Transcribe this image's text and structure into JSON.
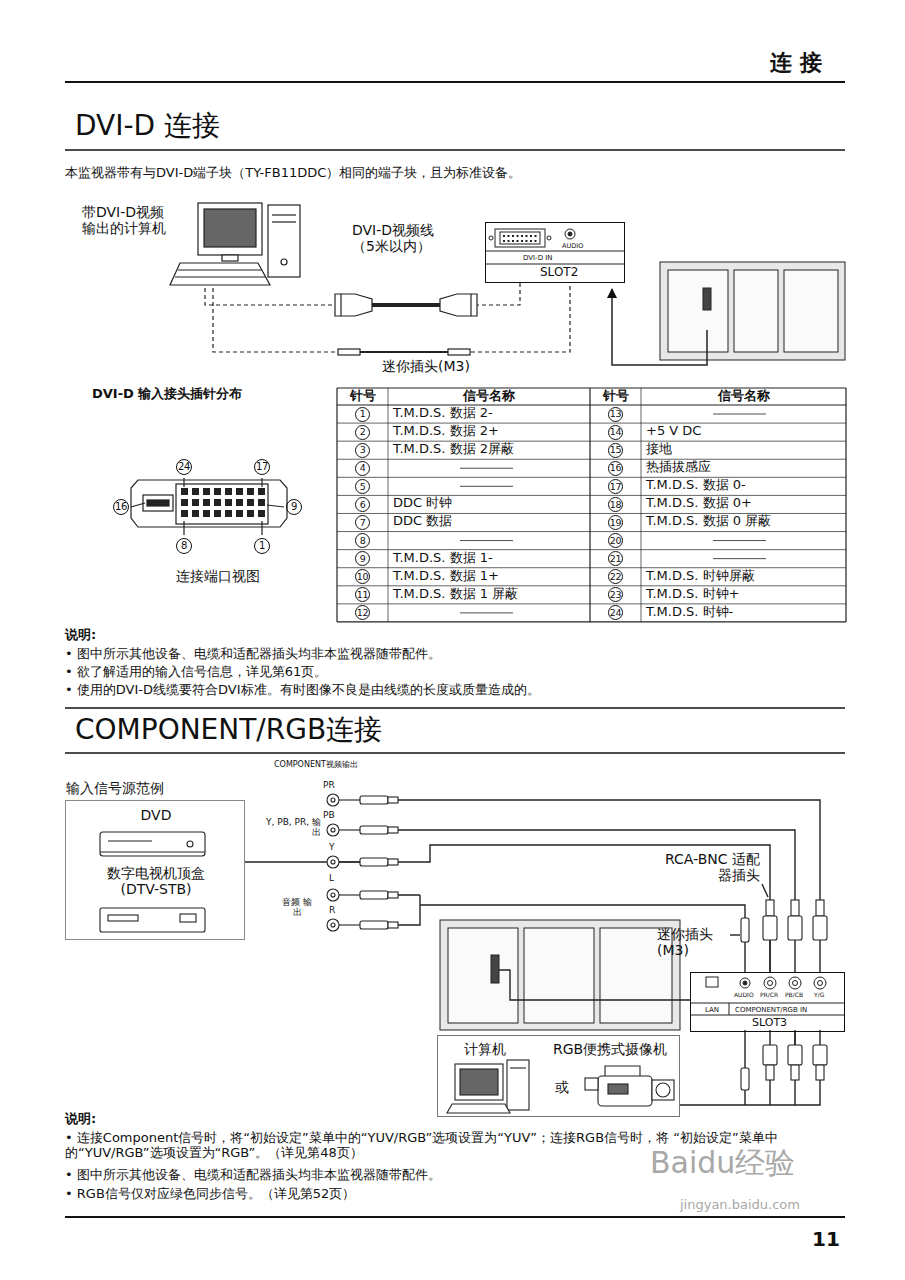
{
  "diagram": {
    "title": "连 接",
    "nodes": [
      {
        "text": [
          "带DVI-D视频 输出的计算机"
        ]
      },
      {
        "text": [
          "AUDIO",
          "DVI-D IN",
          "SLOT2"
        ]
      },
      {
        "text": [
          "输入信号源范例"
        ]
      },
      {
        "text": [
          "DVD"
        ],
        "in": 2
      },
      {
        "text": [
          "数字电视机顶盒 (DTV-STB)"
        ],
        "in": 2
      },
      {
        "text": [
          "LAN",
          "AUDIO",
          "PR/CR",
          "PB/CB",
          "Y/G",
          "COMPONENT/RGB IN",
          "SLOT3"
        ]
      },
      {
        "text": [
          "计算机",
          "RGB便携式摄像机",
          "或"
        ]
      }
    ],
    "edges": [
      {
        "from": 0,
        "to": 1,
        "arrow": "none",
        "label": "DVI-D视频线 （5米以内）"
      },
      {
        "from": 0,
        "to": 1,
        "arrow": "none",
        "label": "迷你插头(M3)"
      },
      {
        "from": 2,
        "to": 5,
        "arrow": "none"
      },
      {
        "from": 6,
        "to": 5,
        "arrow": "none"
      }
    ],
    "labels": [
      "DVI-D 连接",
      "本监视器带有与DVI-D端子块（TY-FB11DDC）相同的端子块，且为标准设备。",
      "DVI-D 输入接头插针分布",
      "24",
      "17",
      "16",
      "9",
      "8",
      "1",
      "连接端口视图",
      "说明:",
      "• 图中所示其他设备、电缆和适配器插头均非本监视器随带配件。",
      "• 欲了解适用的输入信号信息，详见第61页。",
      "• 使用的DVI-D线缆要符合DVI标准。有时图像不良是由线缆的长度或质量造成的。",
      "COMPONENT/RGB连接",
      "COMPONENT视频输出",
      "PR",
      "PB",
      "Y",
      "L",
      "R",
      "Y, PB, PR, 输出",
      "音频 输出",
      "RCA-BNC 适配器插头",
      "迷你插头 (M3)",
      "说明:",
      "• 连接Component信号时，将“初始设定”菜单中的“YUV/RGB”选项设置为“YUV”；连接RGB信号时，将 “初始设定”菜单中的“YUV/RGB”选项设置为“RGB”。（详见第48页）",
      "• 图中所示其他设备、电缆和适配器插头均非本监视器随带配件。",
      "• RGB信号仅对应绿色同步信号。（详见第52页）",
      "Baidu经验",
      "jingyan.baidu.com",
      "11",
      "针号",
      "信号名称",
      "针号",
      "信号名称",
      "1",
      "T.M.D.S. 数据 2-",
      "13",
      "2",
      "T.M.D.S. 数据 2+",
      "14",
      "+5 V DC",
      "3",
      "T.M.D.S. 数据 2屏蔽",
      "15",
      "接地",
      "4",
      "16",
      "热插拔感应",
      "5",
      "17",
      "T.M.D.S. 数据 0-",
      "6",
      "DDC 时钟",
      "18",
      "T.M.D.S. 数据 0+",
      "7",
      "DDC 数据",
      "19",
      "T.M.D.S. 数据 0 屏蔽",
      "8",
      "20",
      "9",
      "T.M.D.S. 数据 1-",
      "21",
      "10",
      "T.M.D.S. 数据 1+",
      "22",
      "T.M.D.S. 时钟屏蔽",
      "11",
      "T.M.D.S. 数据 1 屏蔽",
      "23",
      "T.M.D.S. 时钟+",
      "12",
      "24",
      "T.M.D.S. 时钟-"
    ]
  }
}
